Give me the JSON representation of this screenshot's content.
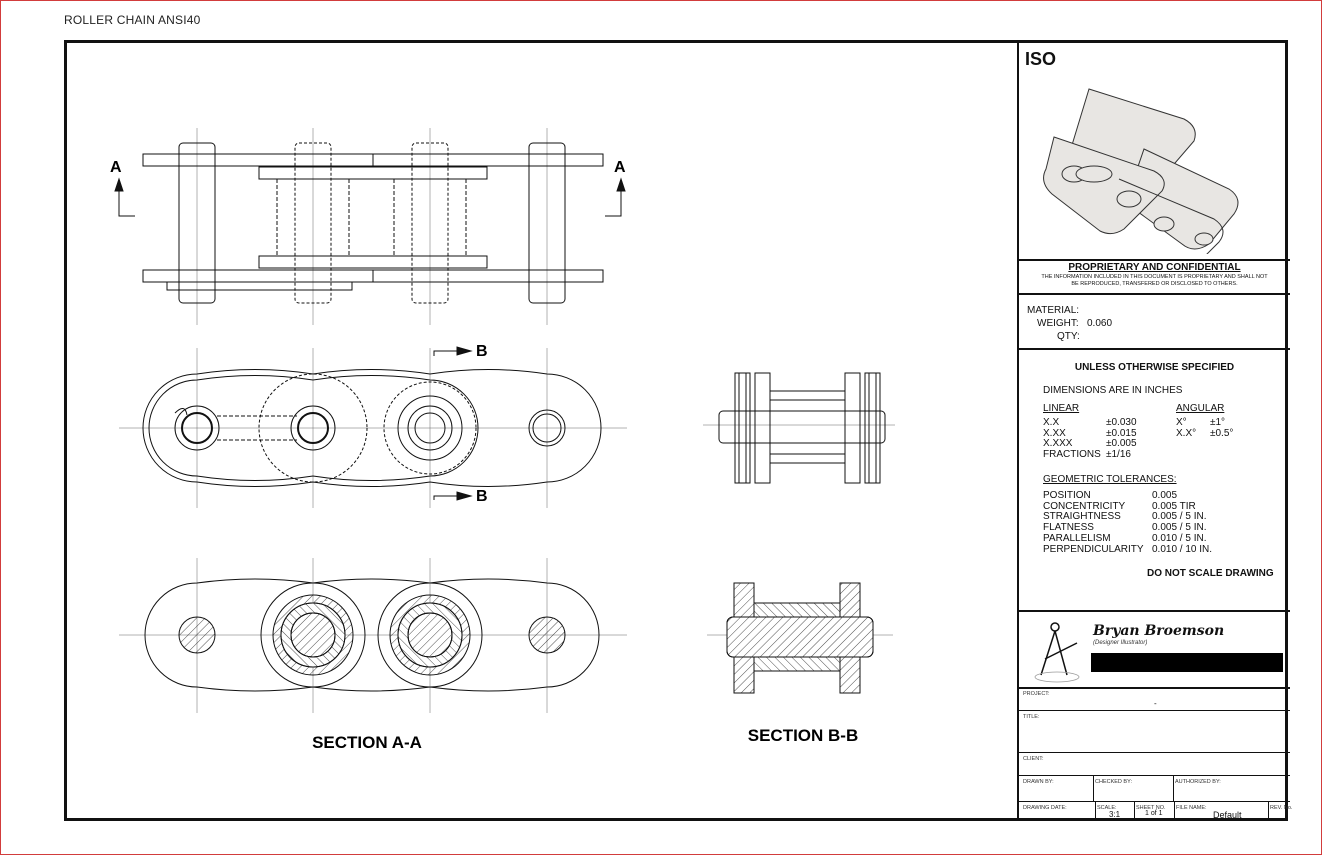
{
  "document": {
    "title": "ROLLER CHAIN ANSI40"
  },
  "views": {
    "section_marks": {
      "a_left": "A",
      "a_right": "A",
      "b_top": "B",
      "b_bottom": "B"
    },
    "section_aa_label": "SECTION A-A",
    "section_bb_label": "SECTION B-B"
  },
  "title_block": {
    "iso_label": "ISO",
    "proprietary_title": "PROPRIETARY AND CONFIDENTIAL",
    "proprietary_text": "THE INFORMATION INCLUDED IN THIS DOCUMENT IS PROPRIETARY AND SHALL NOT BE REPRODUCED, TRANSFERED OR DISCLOSED TO OTHERS.",
    "material_label": "MATERIAL:",
    "weight_label": "WEIGHT:",
    "weight_value": "0.060",
    "qty_label": "QTY:",
    "unless_title": "UNLESS OTHERWISE SPECIFIED",
    "dimensions_text": "DIMENSIONS ARE IN INCHES",
    "linear_header": "LINEAR",
    "angular_header": "ANGULAR",
    "linear": [
      {
        "label": "X.X",
        "value": "±0.030"
      },
      {
        "label": "X.XX",
        "value": "±0.015"
      },
      {
        "label": "X.XXX",
        "value": "±0.005"
      },
      {
        "label": "FRACTIONS",
        "value": "±1/16"
      }
    ],
    "angular": [
      {
        "label": "X°",
        "value": "±1°"
      },
      {
        "label": "X.X°",
        "value": "±0.5°"
      }
    ],
    "geometric_header": "GEOMETRIC TOLERANCES:",
    "geometric": [
      {
        "label": "POSITION",
        "value": "0.005"
      },
      {
        "label": "CONCENTRICITY",
        "value": "0.005 TIR"
      },
      {
        "label": "STRAIGHTNESS",
        "value": "0.005 / 5 IN."
      },
      {
        "label": "FLATNESS",
        "value": "0.005 / 5 IN."
      },
      {
        "label": "PARALLELISM",
        "value": "0.010 / 5 IN."
      },
      {
        "label": "PERPENDICULARITY",
        "value": "0.010 / 10 IN."
      }
    ],
    "do_not_scale": "DO NOT SCALE DRAWING",
    "logo_name": "Bryan Broemson",
    "logo_subtitle": "(Designer Illustrator)",
    "project_label": "PROJECT:",
    "project_value": "-",
    "title_label": "TITLE:",
    "client_label": "CLIENT:",
    "drawn_label": "DRAWN BY:",
    "checked_label": "CHECKED BY:",
    "authorized_label": "AUTHORIZED BY:",
    "drawing_date_label": "DRAWING DATE:",
    "scale_label": "SCALE:",
    "scale_value": "3:1",
    "sheet_label": "SHEET NO.",
    "sheet_value": "1 of 1",
    "file_label": "FILE NAME:",
    "file_value": "Default",
    "rev_label": "REV. No."
  }
}
